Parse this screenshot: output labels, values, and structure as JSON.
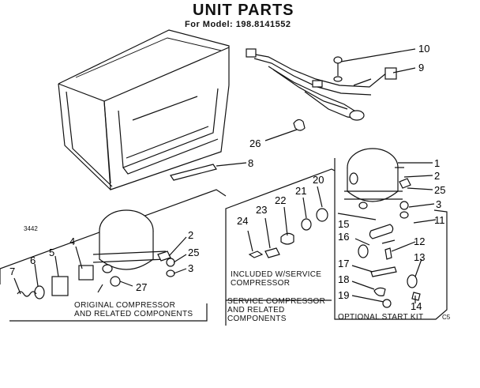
{
  "title": "UNIT PARTS",
  "subtitle": "For Model: 198.8141552",
  "side_code": "3442",
  "corner_code": "C5",
  "callouts": [
    "1",
    "2",
    "3",
    "4",
    "5",
    "6",
    "7",
    "8",
    "9",
    "10",
    "11",
    "12",
    "13",
    "14",
    "15",
    "16",
    "17",
    "18",
    "19",
    "20",
    "21",
    "22",
    "23",
    "24",
    "25",
    "26",
    "27"
  ],
  "captions": {
    "original_line1": "ORIGINAL COMPRESSOR",
    "original_line2": "AND RELATED COMPONENTS",
    "included_line1": "INCLUDED W/SERVICE",
    "included_line2": "COMPRESSOR",
    "service_line1": "SERVICE COMPRESSOR",
    "service_line2": "AND RELATED",
    "service_line3": "COMPONENTS",
    "start_kit": "OPTIONAL START KIT"
  }
}
